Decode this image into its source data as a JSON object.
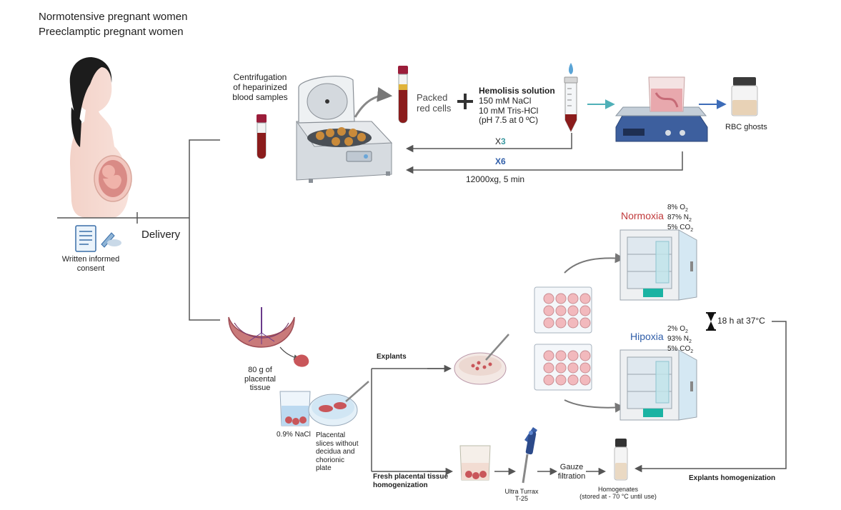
{
  "header": {
    "line1": "Normotensive pregnant women",
    "line2": "Preeclamptic pregnant women"
  },
  "timeline": {
    "delivery": "Delivery",
    "consent_line1": "Written informed",
    "consent_line2": "consent"
  },
  "blood": {
    "centrifugation_line1": "Centrifugation",
    "centrifugation_line2": "of heparinized",
    "centrifugation_line3": "blood samples",
    "packed_line1": "Packed",
    "packed_line2": "red cells",
    "plus": "+",
    "hemolysis_title": "Hemolisis solution",
    "hemolysis_line1": "150 mM NaCl",
    "hemolysis_line2": "10 mM Tris-HCl",
    "hemolysis_line3": "(pH 7.5 at 0 ºC)",
    "x3_prefix": "X",
    "x3_num": "3",
    "x6": "X6",
    "speed": "12000xg, 5 min",
    "rbc_ghosts": "RBC ghosts"
  },
  "tissue": {
    "mass_line1": "80 g of",
    "mass_line2": "placental",
    "mass_line3": "tissue",
    "nacl": "0.9% NaCl",
    "slices_line1": "Placental",
    "slices_line2": "slices without",
    "slices_line3": "decidua and",
    "slices_line4": "chorionic",
    "slices_line5": "plate",
    "explants": "Explants",
    "fresh_line1": "Fresh placental tissue",
    "fresh_line2": "homogenization",
    "turrax_line1": "Ultra Turrax",
    "turrax_line2": "T-25",
    "gauze_line1": "Gauze",
    "gauze_line2": "filtration",
    "homog_line1": "Homogenates",
    "homog_line2": "(stored at - 70 °C until use)",
    "explants_homog": "Explants homogenization"
  },
  "incubation": {
    "normoxia": "Normoxia",
    "normoxia_o2": "8% O",
    "normoxia_n2": "87% N",
    "normoxia_co2": "5% CO",
    "hipoxia": "Hipoxia",
    "hipoxia_o2": "2% O",
    "hipoxia_n2": "93% N",
    "hipoxia_co2": "5% CO",
    "sub2": "2",
    "duration": "18 h at 37°C"
  },
  "colors": {
    "normoxia": "#c0393b",
    "hipoxia": "#2f5da8",
    "x3": "#3a98a0",
    "x6": "#2f5da8",
    "line": "#555555",
    "teal_arrow": "#4fb0b8",
    "blue_arrow": "#3d6cb8",
    "blood": "#8b1c1c",
    "tissue": "#d27b7b"
  }
}
